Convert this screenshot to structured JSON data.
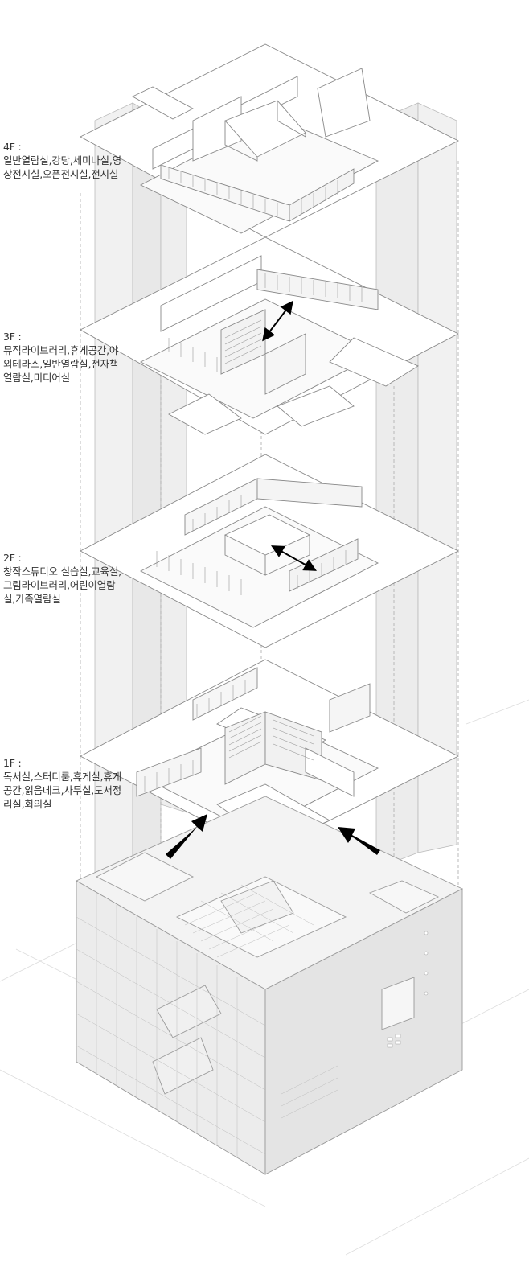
{
  "floors": [
    {
      "id": "4f",
      "name": "4F :",
      "rooms": "일반열람실,강당,세미나실,영상전시실,오픈전시실,전시실"
    },
    {
      "id": "3f",
      "name": "3F :",
      "rooms": "뮤직라이브러리,휴게공간,야외테라스,일반열람실,전자책열람실,미디어실"
    },
    {
      "id": "2f",
      "name": "2F :",
      "rooms": "창작스튜디오 실습실,교육실, 그림라이브러리,어린이열람실,가족열람실"
    },
    {
      "id": "1f",
      "name": "1F :",
      "rooms": "독서실,스터디룸,휴게실,휴게공간,읽음데크,사무실,도서정리실,회의실"
    }
  ],
  "colors": {
    "line": "#888888",
    "line_light": "#bbbbbb",
    "column_fill": "#ededed",
    "slab_fill": "#ffffff",
    "arrow": "#000000",
    "building_fill": "#e6e6e6"
  },
  "icons": [
    "circulation-arrow-icon",
    "entrance-arrow-icon"
  ]
}
